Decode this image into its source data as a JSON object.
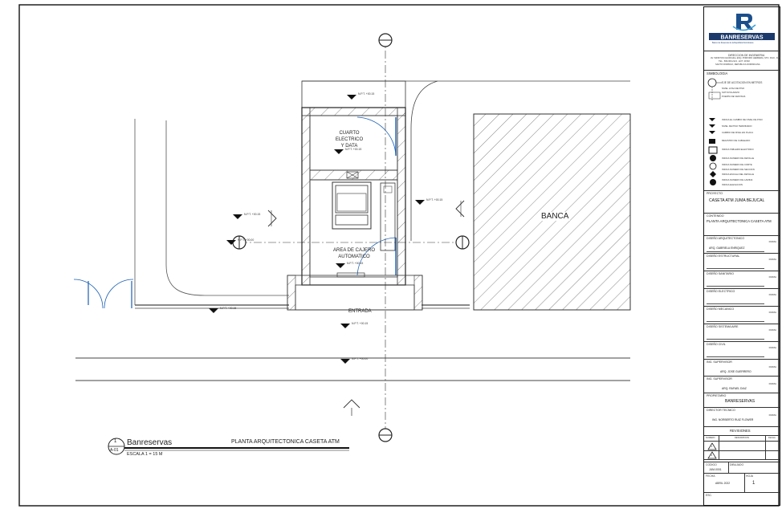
{
  "plan": {
    "labels": {
      "room_electric": "CUARTO\nELECTRICO\nY DATA",
      "room_atm": "AREA DE CAJERO\nAUTOMATICO",
      "entrance": "ENTRADA",
      "bank": "BANCA"
    },
    "levels": [
      "N.P.T. +00.15",
      "N.P.T. +00.15",
      "N.P.T. +00.15",
      "N.P.T. +00.00",
      "N.P.T. +00.15",
      "N.P.T. +00.15",
      "N.P.T. +00.15",
      "N.P.T. +00.15",
      "N.P.T. +00.00"
    ],
    "title_block": {
      "number": "1",
      "sheet_ref": "A-01",
      "client": "Banreservas",
      "drawing_title": "PLANTA ARQUITECTONICA CASETA ATM",
      "scale": "ESCALA 1 = 15 M"
    }
  },
  "sidebar": {
    "logo_text": "BANRESERVAS",
    "logo_sub": "Banco de Reservas de la República Dominicana",
    "address": [
      "DIRECCION DE INGENIERIA",
      "AV. WINSTON CHURCHILL ESQ. PORFIRIO HERRERA, STO. DGO., D.N.",
      "TEL.: 809-960-2121 - EXT. 41502",
      "SANTO DOMINGO, REPUBLICA DOMINICANA"
    ],
    "symbology_title": "SIMBOLOGIA",
    "symbology": [
      "EJE DE ACOTACION EN METROS",
      "NIVEL LOSA DE PISO",
      "SOTOVOLADIZO",
      "PUERTA DE VENTANA",
      "INDICA EL CAMBIO DE NIVEL DE PISO",
      "NIVEL DE PISO TERMINADO",
      "CAMBIO DE NIVEL EN PLACA",
      "REGISTRO DE CABLEADO",
      "INDICA TABLERO ELECTRICO",
      "INDICA NUMERO DE DETALLE",
      "INDICA NUMERO DE CORTE",
      "INDICA NUMERO DE SECCION",
      "INDICA ESCALA DEL DETALLE",
      "INDICA NUMERO DE LAMINA",
      "INDICA ELEVACION"
    ],
    "project_label": "PROYECTO",
    "project": "CASETA ATM JUMA BEJUCAL",
    "content_label": "CONTENIDO",
    "content": "PLANTA ARQUITECTONICA CASETA ATM",
    "rows": [
      {
        "label": "DISEÑO ARQUITECTONICO",
        "value": "ARQ. GABRIELA ENRIQUEZ",
        "firma": "FIRMA"
      },
      {
        "label": "DISEÑO ESTRUCTURAL",
        "value": "",
        "firma": "FIRMA"
      },
      {
        "label": "DISEÑO SANITARIO",
        "value": "",
        "firma": "FIRMA"
      },
      {
        "label": "DISEÑO ELECTRICO",
        "value": "",
        "firma": "FIRMA"
      },
      {
        "label": "DISEÑO MECANICO",
        "value": "",
        "firma": "FIRMA"
      },
      {
        "label": "DISEÑO SISTEMA AIRE",
        "value": "",
        "firma": "FIRMA"
      },
      {
        "label": "DISEÑO CIVIL",
        "value": "",
        "firma": "FIRMA"
      }
    ],
    "supervision": [
      {
        "label": "ING. SUPERVISOR",
        "value": "ARQ. JOSE GUERRERO",
        "firma": "FIRMA"
      },
      {
        "label": "ING. SUPERVISOR",
        "value": "ARQ. RAFAEL DIAZ",
        "firma": "FIRMA"
      }
    ],
    "owner_label": "PROPIETARIO",
    "owner": "BANRESERVAS",
    "director_label": "DIRECTOR TECNICO",
    "director": "ING. NORBERTO RUIZ FLOWER",
    "director_firma": "FIRMA",
    "revisions_title": "REVISIONES",
    "rev_headers": [
      "NUMERO",
      "DESCRIPCION",
      "FECHA"
    ],
    "rev_marks": [
      "1",
      "2"
    ],
    "code_label": "CODIGO",
    "code": "JUM-0001",
    "drawn_label": "DIBUJADO",
    "date_label": "FECHA",
    "date": "ABRIL 2022",
    "sheet_label": "HOJA",
    "sheet": "1",
    "scale_label": "ESC."
  }
}
